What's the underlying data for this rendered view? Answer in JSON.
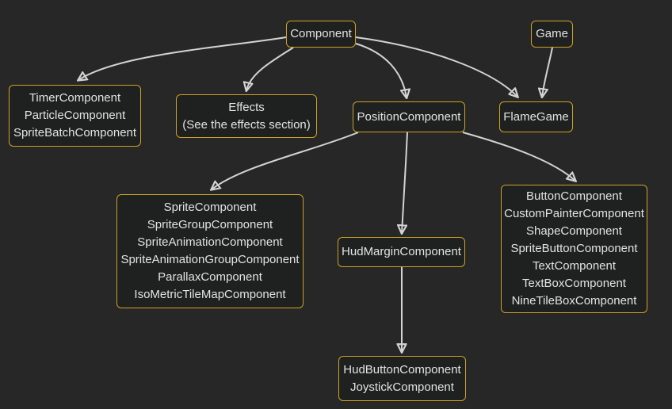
{
  "diagram": {
    "title": "Flame component hierarchy diagram",
    "colors": {
      "background": "#272727",
      "node_fill": "#1f2020",
      "node_border": "#cda226",
      "text": "#e3e3e3",
      "arrow": "#d3d3d3"
    },
    "nodes": {
      "component": {
        "lines": [
          "Component"
        ]
      },
      "game": {
        "lines": [
          "Game"
        ]
      },
      "timer_group": {
        "lines": [
          "TimerComponent",
          "ParticleComponent",
          "SpriteBatchComponent"
        ]
      },
      "effects": {
        "lines": [
          "Effects",
          "(See the effects section)"
        ]
      },
      "position": {
        "lines": [
          "PositionComponent"
        ]
      },
      "flamegame": {
        "lines": [
          "FlameGame"
        ]
      },
      "sprite_group": {
        "lines": [
          "SpriteComponent",
          "SpriteGroupComponent",
          "SpriteAnimationComponent",
          "SpriteAnimationGroupComponent",
          "ParallaxComponent",
          "IsoMetricTileMapComponent"
        ]
      },
      "hudmargin": {
        "lines": [
          "HudMarginComponent"
        ]
      },
      "render_group": {
        "lines": [
          "ButtonComponent",
          "CustomPainterComponent",
          "ShapeComponent",
          "SpriteButtonComponent",
          "TextComponent",
          "TextBoxComponent",
          "NineTileBoxComponent"
        ]
      },
      "hudbutton_group": {
        "lines": [
          "HudButtonComponent",
          "JoystickComponent"
        ]
      }
    },
    "edges": [
      {
        "from": "Component",
        "to": "TimerComponent group"
      },
      {
        "from": "Component",
        "to": "Effects"
      },
      {
        "from": "Component",
        "to": "PositionComponent"
      },
      {
        "from": "Component",
        "to": "FlameGame"
      },
      {
        "from": "Game",
        "to": "FlameGame"
      },
      {
        "from": "PositionComponent",
        "to": "SpriteComponent group"
      },
      {
        "from": "PositionComponent",
        "to": "HudMarginComponent"
      },
      {
        "from": "PositionComponent",
        "to": "ButtonComponent group"
      },
      {
        "from": "HudMarginComponent",
        "to": "HudButtonComponent group"
      }
    ]
  }
}
